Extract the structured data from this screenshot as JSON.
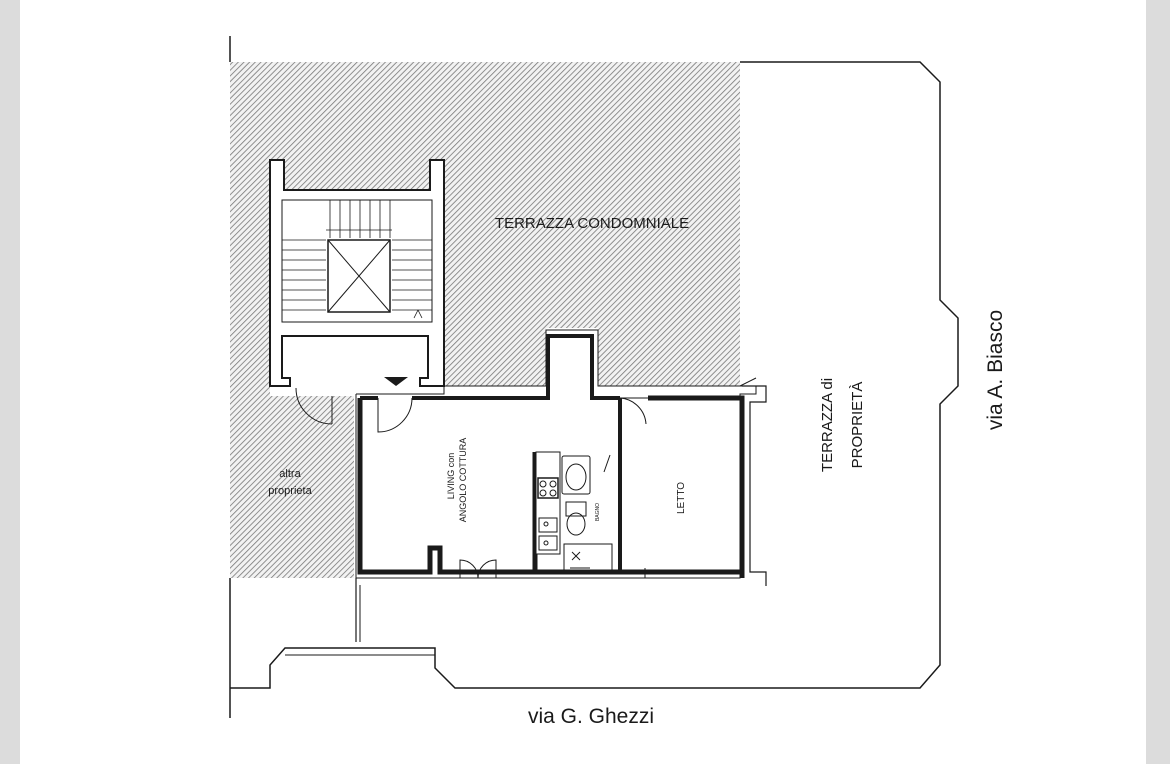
{
  "labels": {
    "terrace_common": "TERRAZZA CONDOMNIALE",
    "other_property_line1": "altra",
    "other_property_line2": "proprieta",
    "living_line1": "LIVING con",
    "living_line2": "ANGOLO COTTURA",
    "bathroom": "BAGNO",
    "bedroom": "LETTO",
    "terrace_private_line1": "TERRAZZA di",
    "terrace_private_line2": "PROPRIETÀ",
    "street_east": "via A. Biasco",
    "street_south": "via G. Ghezzi"
  },
  "colors": {
    "wall": "#1a1a1a",
    "hatch": "#777777",
    "hatch_bg": "#f2f2f2",
    "sheet": "#ffffff",
    "background": "#dcdcdc"
  }
}
